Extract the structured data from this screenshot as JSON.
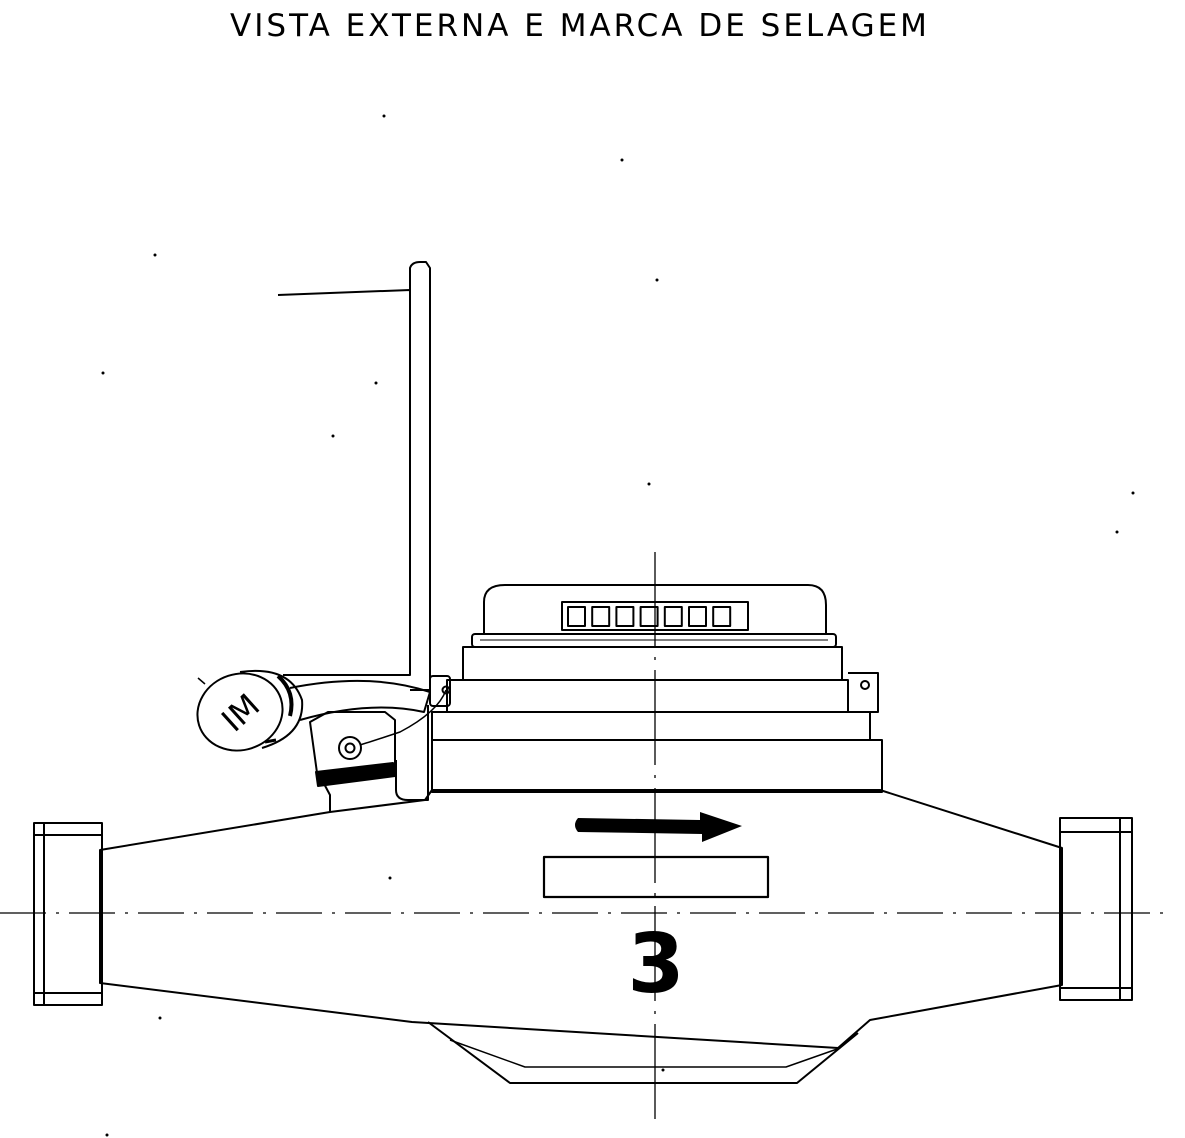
{
  "title": "VISTA EXTERNA E MARCA DE SELAGEM",
  "seal_label": "IM",
  "figure_number": "3",
  "register_digit_count": 7,
  "line_color": "#000000",
  "background_color": "#ffffff"
}
